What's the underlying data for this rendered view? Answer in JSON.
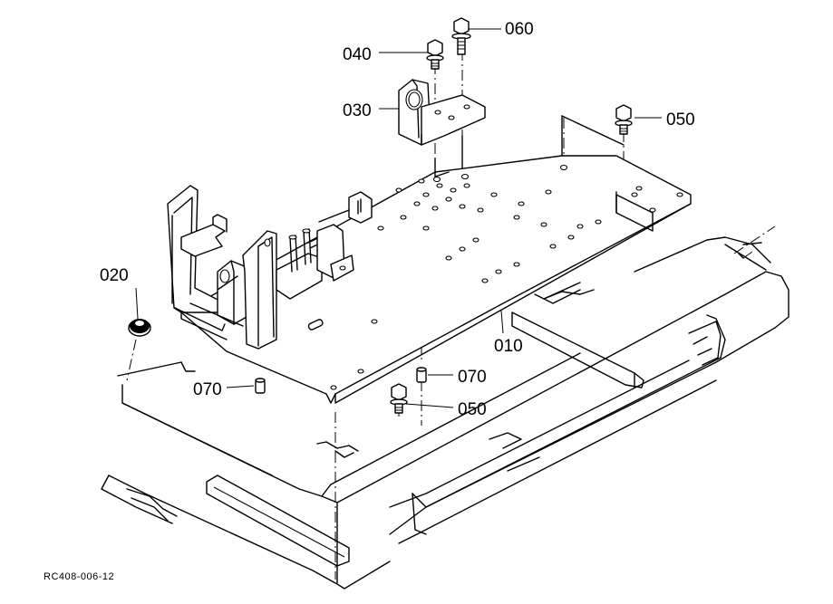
{
  "diagram": {
    "drawing_code": "RC408-006-12",
    "callouts": [
      {
        "id": "c-010",
        "label": "010"
      },
      {
        "id": "c-020",
        "label": "020"
      },
      {
        "id": "c-030",
        "label": "030"
      },
      {
        "id": "c-040",
        "label": "040"
      },
      {
        "id": "c-050a",
        "label": "050"
      },
      {
        "id": "c-050b",
        "label": "050"
      },
      {
        "id": "c-060",
        "label": "060"
      },
      {
        "id": "c-070a",
        "label": "070"
      },
      {
        "id": "c-070b",
        "label": "070"
      }
    ]
  }
}
